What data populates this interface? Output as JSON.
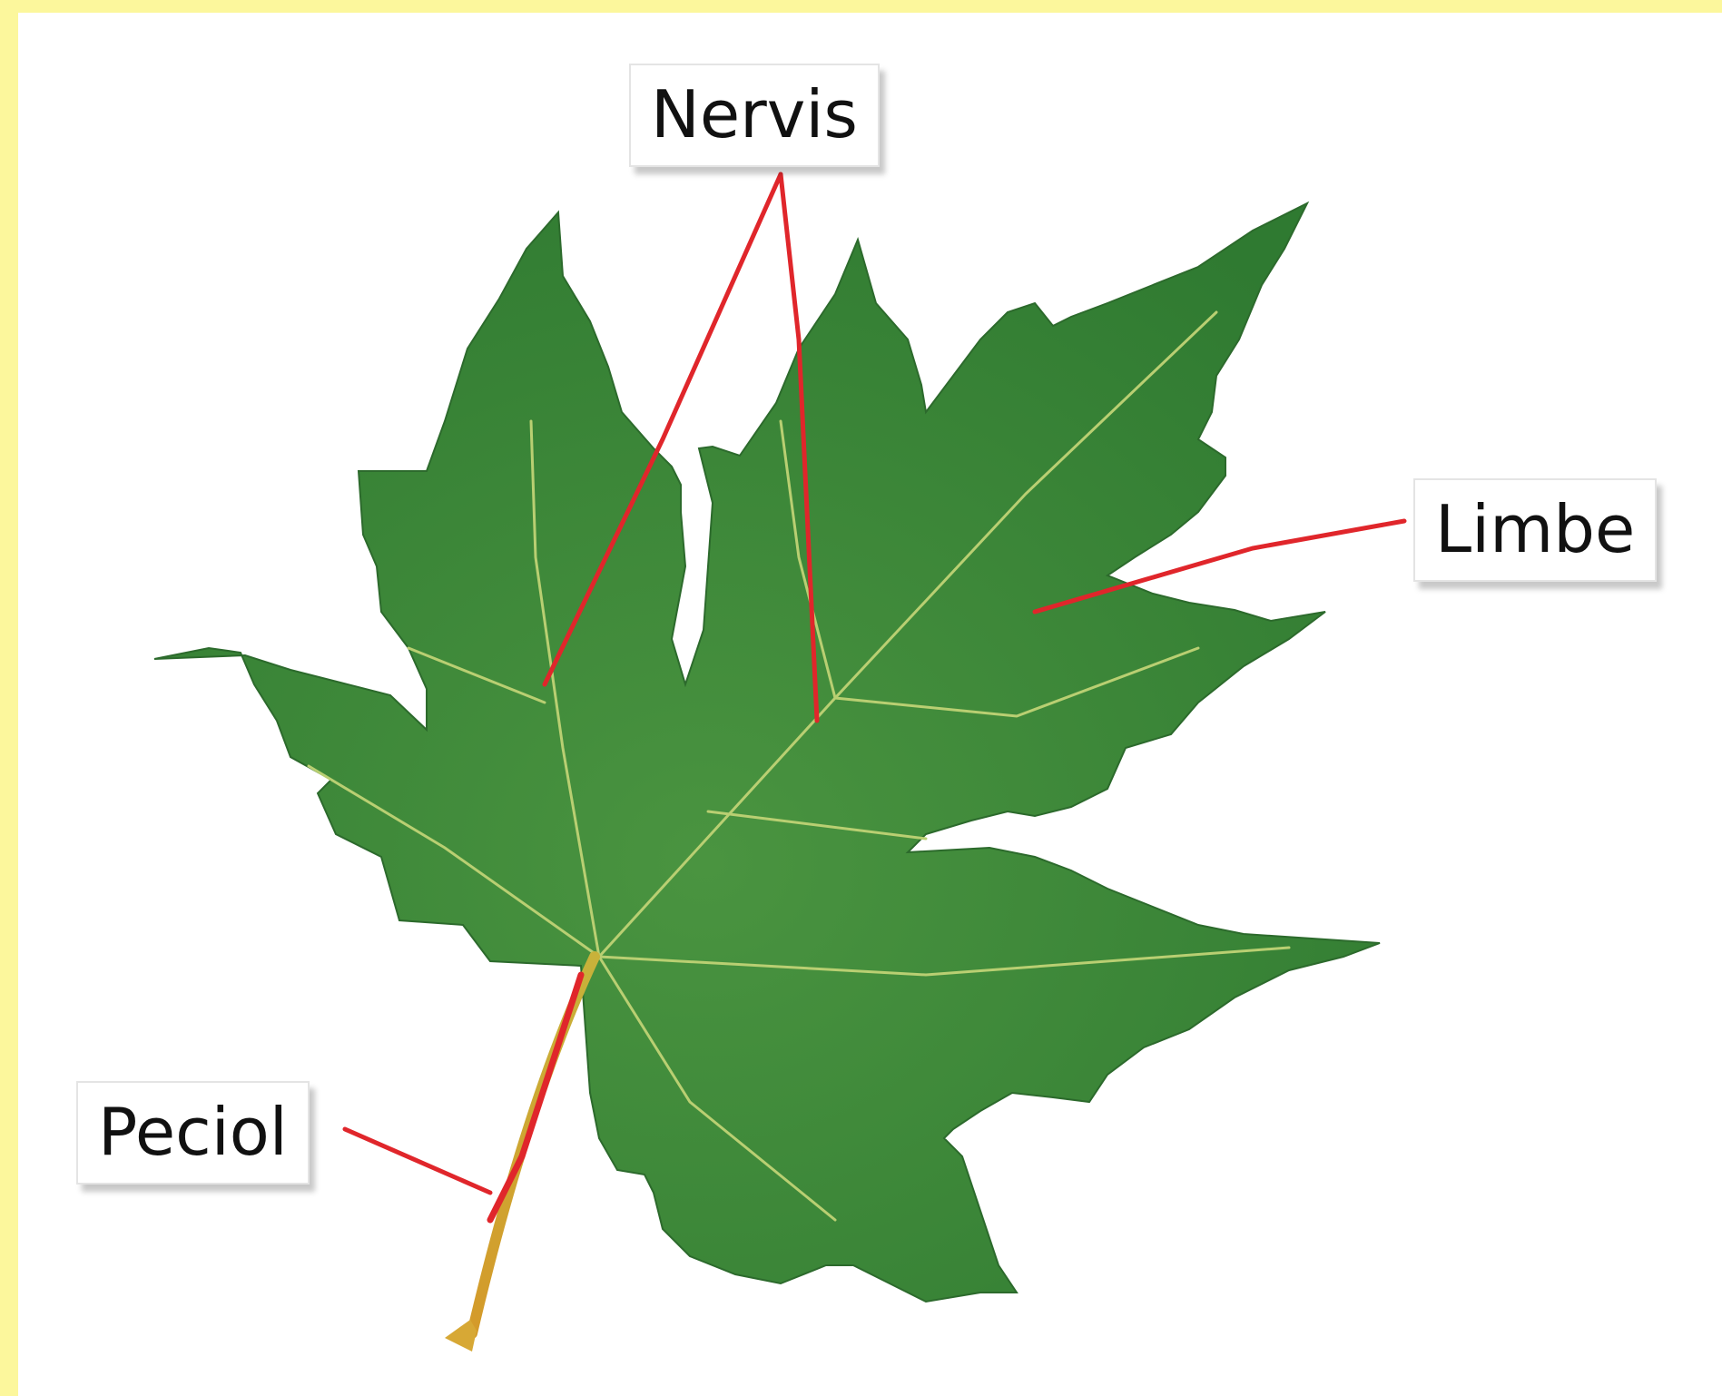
{
  "diagram": {
    "labels": {
      "nervis": "Nervis",
      "limbe": "Limbe",
      "peciol": "Peciol"
    },
    "colors": {
      "background_border": "#fcf79c",
      "leaf": "#3f8a3a",
      "leaf_dark": "#2f7330",
      "vein": "#b9cf72",
      "leader_line": "#e0262b"
    },
    "subject": "maple-leaf"
  }
}
